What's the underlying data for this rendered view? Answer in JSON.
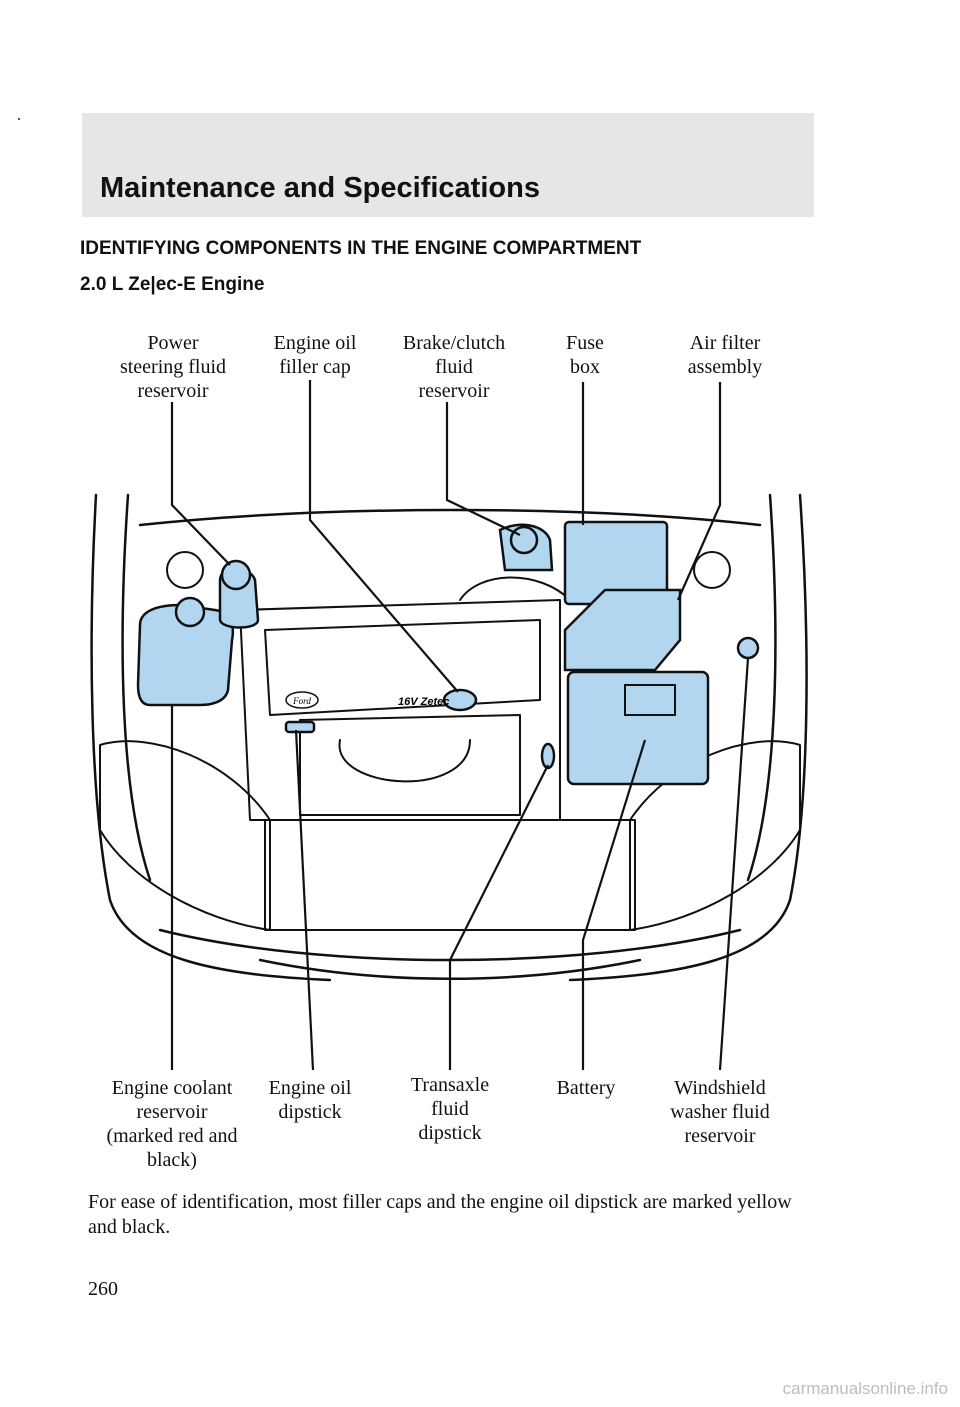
{
  "header": {
    "title": "Maintenance and Specifications"
  },
  "section": {
    "heading": "IDENTIFYING COMPONENTS IN THE ENGINE COMPARTMENT",
    "subheading": "2.0 L Ze|ec-E Engine"
  },
  "labels": {
    "power_steering": "Power\nsteering fluid\nreservoir",
    "oil_filler_cap": "Engine oil\nfiller cap",
    "brake_clutch": "Brake/clutch\nfluid\nreservoir",
    "fuse_box": "Fuse\nbox",
    "air_filter": "Air filter\nassembly",
    "coolant": "Engine coolant\nreservoir\n(marked red and\nblack)",
    "oil_dipstick": "Engine oil\ndipstick",
    "transaxle_dipstick": "Transaxle\nfluid\ndipstick",
    "battery": "Battery",
    "washer_fluid": "Windshield\nwasher fluid\nreservoir"
  },
  "engine_badge": {
    "brand": "Ford",
    "model": "16V Zetec"
  },
  "caption": "For ease of identification, most filler caps and the engine oil dipstick are marked yellow and black.",
  "page_number": "260",
  "footer": {
    "url": "carmanualsonline.info"
  },
  "colors": {
    "component_fill": "#b3d6f0",
    "header_band": "#e6e6e6",
    "line": "#111111"
  }
}
